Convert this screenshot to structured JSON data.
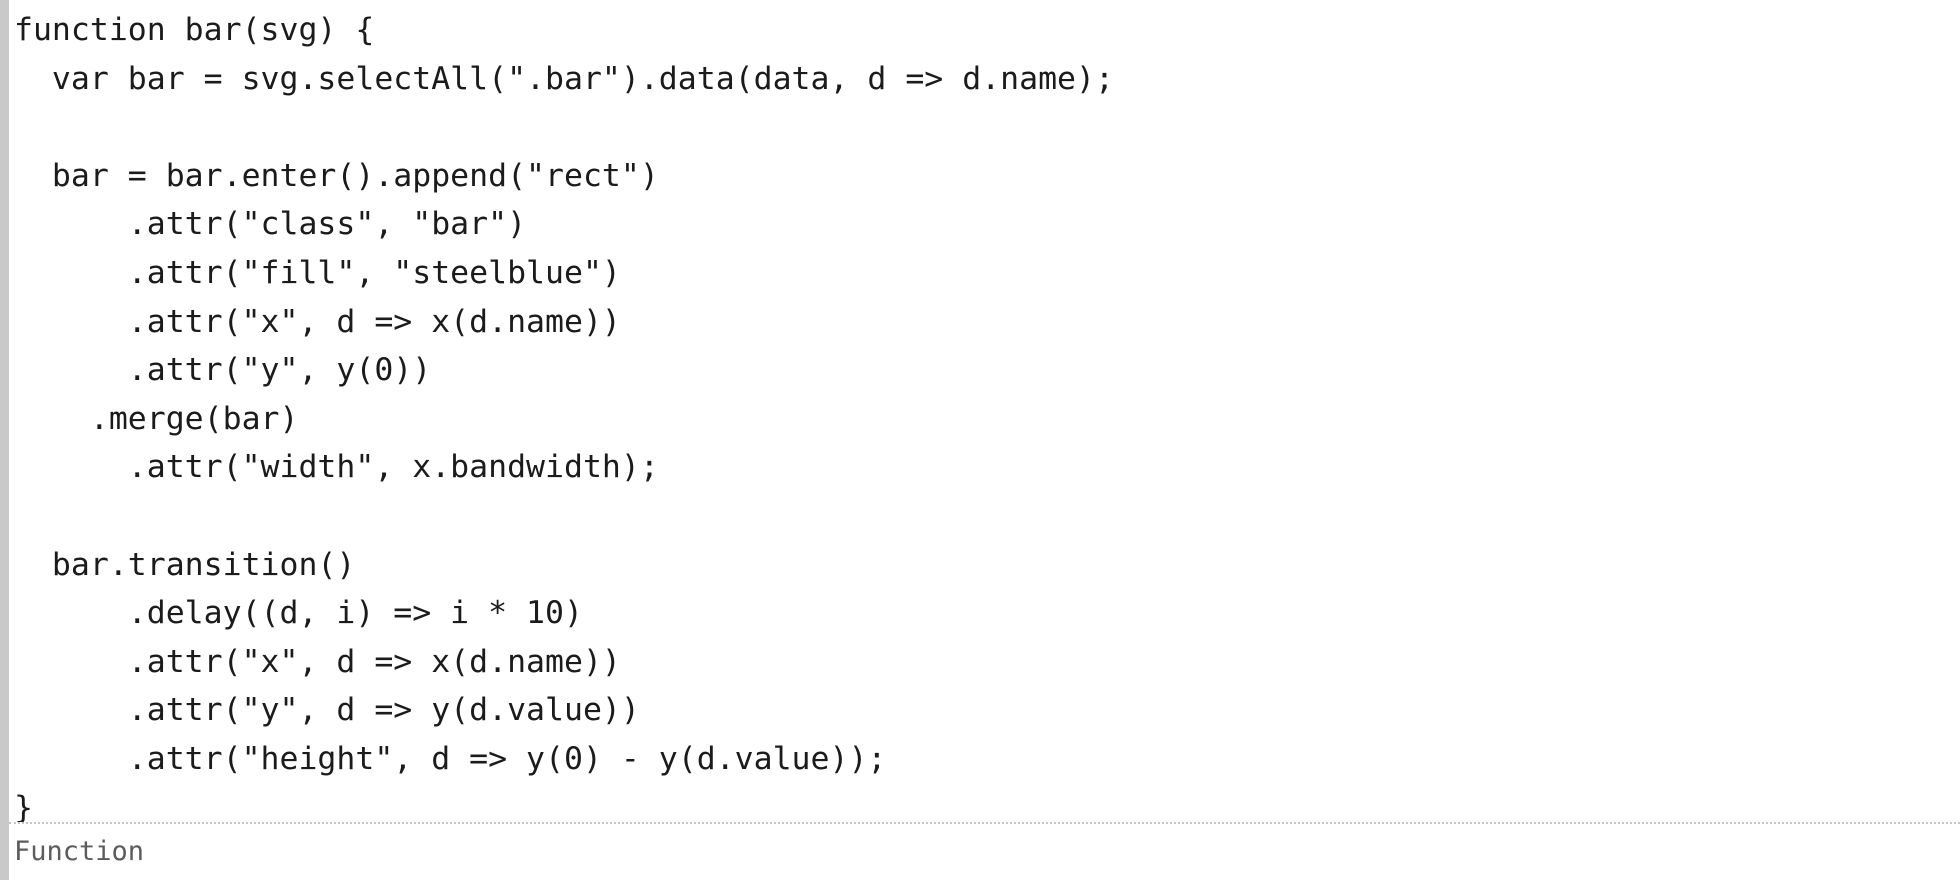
{
  "cell": {
    "gutter_color": "#c9c9c9",
    "background_color": "#ffffff",
    "code_color": "#1b1b1b",
    "label_color": "#5c5c5c",
    "separator_color": "#c4c4c4"
  },
  "code": {
    "language": "javascript",
    "lines": [
      "function bar(svg) {",
      "  var bar = svg.selectAll(\".bar\").data(data, d => d.name);",
      "",
      "  bar = bar.enter().append(\"rect\")",
      "      .attr(\"class\", \"bar\")",
      "      .attr(\"fill\", \"steelblue\")",
      "      .attr(\"x\", d => x(d.name))",
      "      .attr(\"y\", y(0))",
      "    .merge(bar)",
      "      .attr(\"width\", x.bandwidth);",
      "",
      "  bar.transition()",
      "      .delay((d, i) => i * 10)",
      "      .attr(\"x\", d => x(d.name))",
      "      .attr(\"y\", d => y(d.value))",
      "      .attr(\"height\", d => y(0) - y(d.value));",
      "}"
    ]
  },
  "footer": {
    "type_label": "Function"
  }
}
